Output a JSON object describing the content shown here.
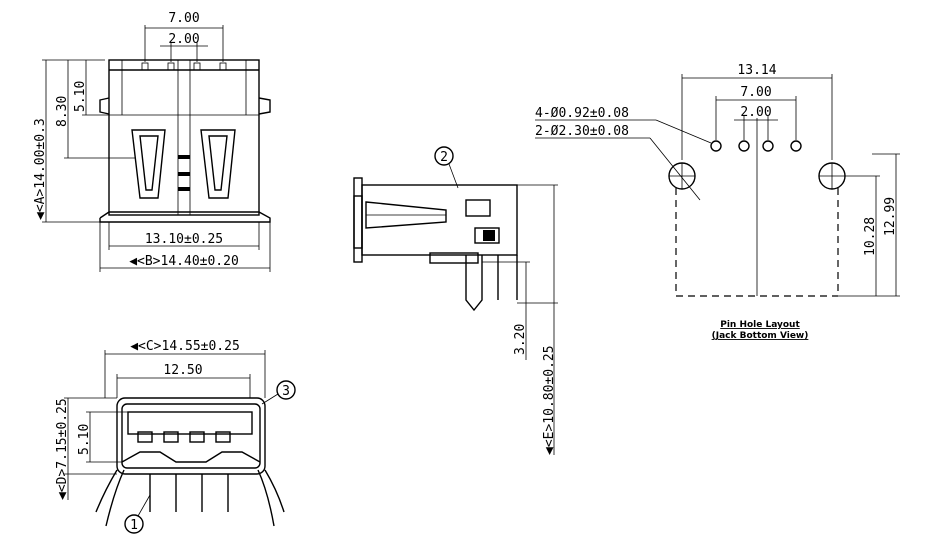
{
  "top_view": {
    "dim_7": "7.00",
    "dim_2": "2.00",
    "dim_a": "◀<A>14.00±0.3",
    "dim_830": "8.30",
    "dim_510": "5.10",
    "dim_1310": "13.10±0.25",
    "dim_b": "◀<B>14.40±0.20"
  },
  "side_view": {
    "callout": "2",
    "dim_320": "3.20",
    "dim_e": "◀<E>10.80±0.25"
  },
  "front_view": {
    "dim_c": "◀<C>14.55±0.25",
    "dim_1250": "12.50",
    "dim_d": "◀<D>7.15±0.25",
    "dim_510": "5.10",
    "callout_3": "3",
    "callout_1": "1"
  },
  "pin_layout": {
    "dim_1314": "13.14",
    "dim_7": "7.00",
    "dim_2": "2.00",
    "note_small": "4-Ø0.92±0.08",
    "note_large": "2-Ø2.30±0.08",
    "dim_1028": "10.28",
    "dim_1299": "12.99",
    "caption_1": "Pin Hole Layout",
    "caption_2": "(Jack Bottom View)"
  }
}
